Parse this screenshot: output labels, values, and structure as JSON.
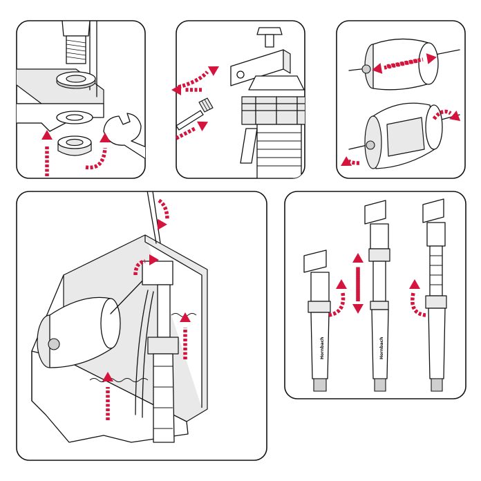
{
  "colors": {
    "arrow": "#d4143c",
    "outline": "#111111",
    "fill": "#ffffff",
    "shade": "#e9e9e9"
  },
  "panels": [
    {
      "name": "step-1-valve-mounting",
      "icons": [
        "screw-icon",
        "washer-icon",
        "nut-icon",
        "wrench-icon"
      ]
    },
    {
      "name": "step-2-hose-connection",
      "icons": [
        "valve-head-icon",
        "hose-fitting-icon"
      ]
    },
    {
      "name": "step-3-float-adjustment",
      "icons": [
        "float-icon"
      ]
    },
    {
      "name": "step-4-cistern-installation",
      "icons": [
        "cistern-icon",
        "float-valve-icon"
      ]
    },
    {
      "name": "step-5-height-adjustment",
      "icons": [
        "telescopic-valve-icon"
      ]
    }
  ],
  "brand_label": "Hornbach"
}
